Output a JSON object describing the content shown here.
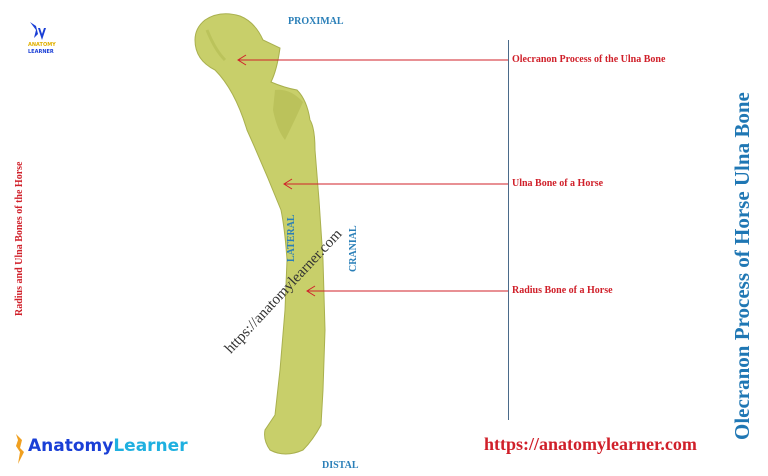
{
  "diagram": {
    "title_vertical": "Olecranon  Process of Horse Ulna Bone",
    "subtitle_vertical": "Radius and Ulna Bones of the Horse",
    "directions": {
      "proximal": "PROXIMAL",
      "distal": "DISTAL",
      "lateral": "LATERAL",
      "cranial": "CRANIAL"
    },
    "labels": [
      {
        "text": "Olecranon Process of the Ulna Bone"
      },
      {
        "text": "Ulna Bone of a Horse"
      },
      {
        "text": "Radius Bone of a Horse"
      }
    ],
    "watermark": "https://anatomylearner.com",
    "footer_url": "https://anatomylearner.com",
    "brand": {
      "part1": "Anatomy",
      "part2": "Learner"
    },
    "logo_small": {
      "line1": "ANATOMY",
      "line2": "LEARNER"
    },
    "colors": {
      "label_red": "#d0202a",
      "title_blue": "#1f77b4",
      "bone": "#c8cf6a",
      "brand_blue": "#1a3fd6",
      "brand_cyan": "#1fb0e0"
    }
  }
}
